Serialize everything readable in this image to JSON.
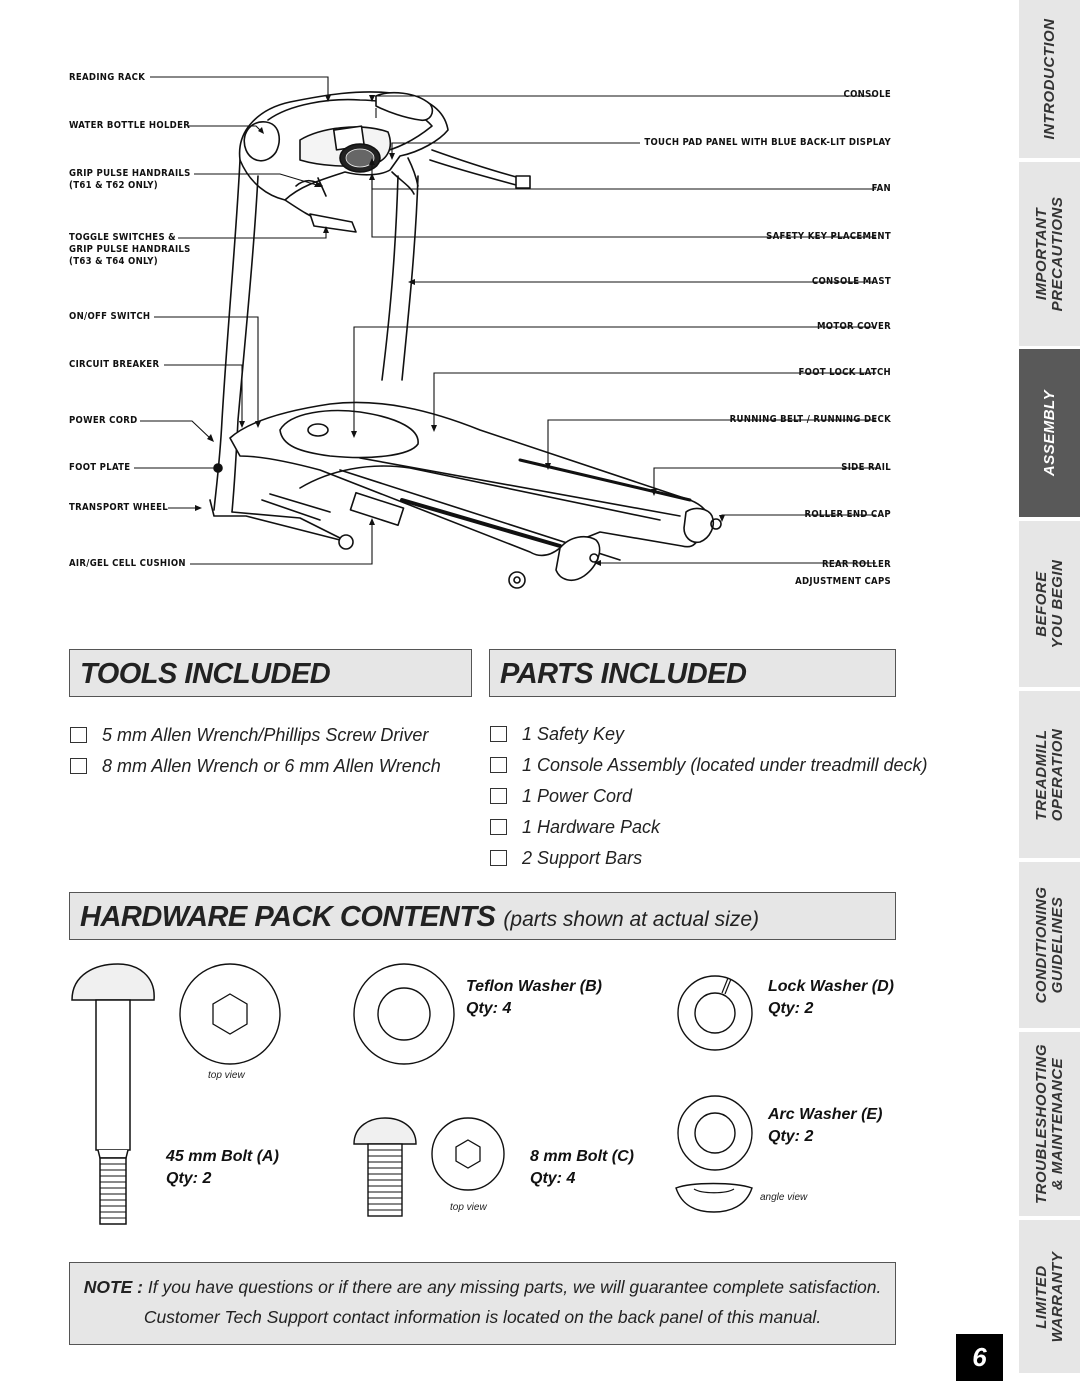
{
  "diagram": {
    "left_callouts": [
      {
        "text": "READING RACK"
      },
      {
        "text": "WATER BOTTLE HOLDER"
      },
      {
        "text": "GRIP PULSE HANDRAILS",
        "sub": "(T61 & T62 ONLY)"
      },
      {
        "text": "TOGGLE SWITCHES &",
        "sub": "GRIP PULSE HANDRAILS",
        "sub2": "(T63 & T64 ONLY)"
      },
      {
        "text": "ON/OFF SWITCH"
      },
      {
        "text": "CIRCUIT BREAKER"
      },
      {
        "text": "POWER CORD"
      },
      {
        "text": "FOOT PLATE"
      },
      {
        "text": "TRANSPORT WHEEL"
      },
      {
        "text": "AIR/GEL CELL CUSHION"
      }
    ],
    "right_callouts": [
      {
        "text": "CONSOLE"
      },
      {
        "text": "TOUCH PAD PANEL WITH BLUE BACK-LIT DISPLAY"
      },
      {
        "text": "FAN"
      },
      {
        "text": "SAFETY KEY PLACEMENT"
      },
      {
        "text": "CONSOLE MAST"
      },
      {
        "text": "MOTOR COVER"
      },
      {
        "text": "FOOT LOCK LATCH"
      },
      {
        "text": "RUNNING BELT / RUNNING DECK"
      },
      {
        "text": "SIDE RAIL"
      },
      {
        "text": "ROLLER END CAP"
      },
      {
        "text": "REAR ROLLER",
        "sub": "ADJUSTMENT CAPS"
      }
    ]
  },
  "side_tabs": [
    {
      "lines": [
        "INTRODUCTION"
      ],
      "active": false
    },
    {
      "lines": [
        "IMPORTANT",
        "PRECAUTIONS"
      ],
      "active": false
    },
    {
      "lines": [
        "ASSEMBLY"
      ],
      "active": true
    },
    {
      "lines": [
        "BEFORE",
        "YOU BEGIN"
      ],
      "active": false
    },
    {
      "lines": [
        "TREADMILL",
        "OPERATION"
      ],
      "active": false
    },
    {
      "lines": [
        "CONDITIONING",
        "GUIDELINES"
      ],
      "active": false
    },
    {
      "lines": [
        "TROUBLESHOOTING",
        "& MAINTENANCE"
      ],
      "active": false
    },
    {
      "lines": [
        "LIMITED",
        "WARRANTY"
      ],
      "active": false
    }
  ],
  "tools": {
    "title": "TOOLS INCLUDED",
    "items": [
      "5 mm Allen Wrench/Phillips Screw Driver",
      "8 mm Allen Wrench or 6 mm Allen Wrench"
    ]
  },
  "parts": {
    "title": "PARTS INCLUDED",
    "items": [
      "1 Safety Key",
      "1 Console Assembly (located under treadmill deck)",
      "1 Power Cord",
      "1 Hardware Pack",
      "2 Support Bars"
    ]
  },
  "hardware": {
    "title": "HARDWARE PACK CONTENTS",
    "subtitle": "(parts shown at actual size)",
    "bolt_a": {
      "name": "45 mm Bolt (A)",
      "qty": "Qty: 2",
      "view": "top view"
    },
    "washer_b": {
      "name": "Teflon Washer (B)",
      "qty": "Qty: 4"
    },
    "bolt_c": {
      "name": "8 mm Bolt (C)",
      "qty": "Qty: 4",
      "view": "top view"
    },
    "washer_d": {
      "name": "Lock Washer (D)",
      "qty": "Qty: 2"
    },
    "washer_e": {
      "name": "Arc Washer (E)",
      "qty": "Qty: 2",
      "view": "angle view"
    }
  },
  "note": {
    "lead": "NOTE :",
    "line1": "If you have questions or if there are any missing parts, we will guarantee complete satisfaction.",
    "line2": "Customer Tech Support contact information is located on the back panel of this manual."
  },
  "page_number": "6"
}
